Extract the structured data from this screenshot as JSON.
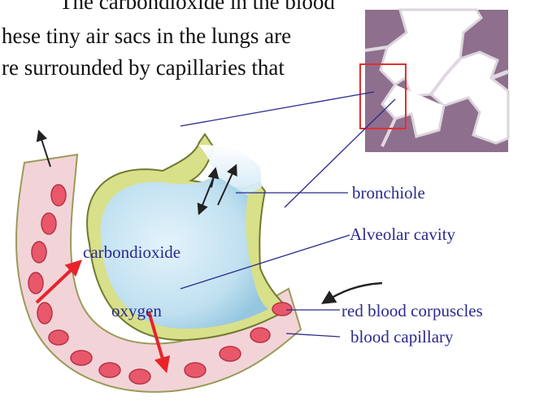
{
  "body_text": {
    "line1": "The carbondioxide in the blood",
    "line2": "hese tiny air sacs in the lungs are",
    "line3": "re surrounded by capillaries that"
  },
  "labels": {
    "bronchiole": "bronchiole",
    "alveolar_cavity": "Alveolar cavity",
    "carbondioxide": "carbondioxide",
    "oxygen": "oxygen",
    "red_blood_corpuscles": "red blood corpuscles",
    "blood_capillary": "blood capillary"
  },
  "colors": {
    "label_text": "#2b2a8c",
    "gas_arrow": "#e8232a",
    "alveolus_fill": "#bfe0f0",
    "cell_wall": "#d9e08a",
    "capillary_fill": "#f2d4d8",
    "rbc": "#e9586a",
    "inset_bg": "#8e6f8e",
    "inset_highlight": "#e03030"
  }
}
